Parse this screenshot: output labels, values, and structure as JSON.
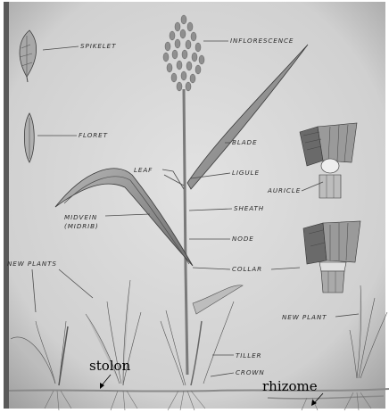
{
  "labels": {
    "spikelet": "SPIKELET",
    "inflorescence": "INFLORESCENCE",
    "floret": "FLORET",
    "blade": "BLADE",
    "leaf": "LEAF",
    "ligule": "LIGULE",
    "auricle": "AURICLE",
    "midvein": "MIDVEIN",
    "midrib": "(MIDRIB)",
    "sheath": "SHEATH",
    "node": "NODE",
    "new_plants": "NEW PLANTS",
    "collar": "COLLAR",
    "new_plant": "NEW PLANT",
    "tiller": "TILLER",
    "crown": "CROWN"
  },
  "annotations": {
    "stolon": "stolon",
    "rhizome": "rhizome"
  }
}
